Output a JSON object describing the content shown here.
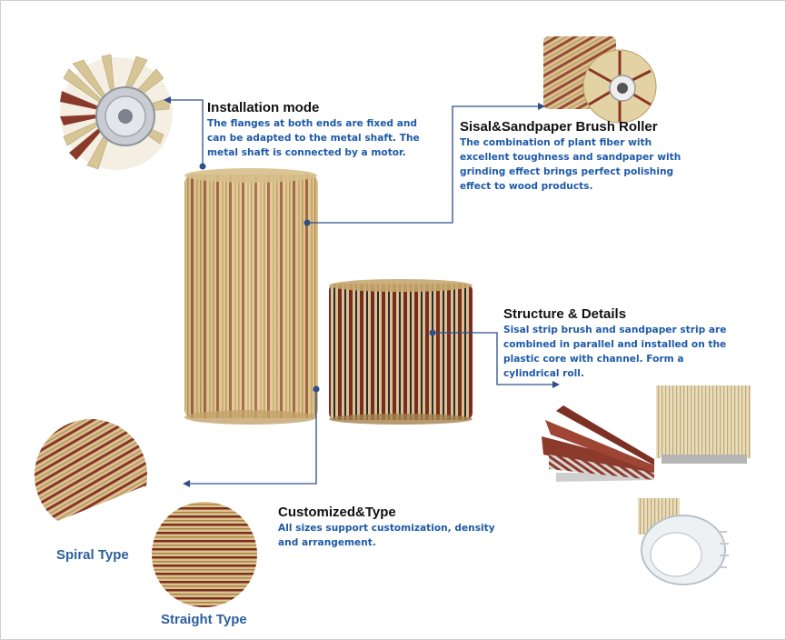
{
  "sections": {
    "installation": {
      "title": "Installation mode",
      "description": "The flanges at both ends are fixed and can be adapted to the metal shaft. The metal shaft is connected by a motor."
    },
    "sisal_roller": {
      "title": "Sisal&Sandpaper Brush Roller",
      "description": "The combination of plant fiber with excellent toughness and sandpaper with grinding effect brings perfect polishing effect to wood products."
    },
    "structure": {
      "title": "Structure & Details",
      "description": "Sisal strip brush and sandpaper strip are combined in parallel and installed on the plastic core with channel. Form a cylindrical roll."
    },
    "customized": {
      "title": "Customized&Type",
      "description": "All sizes support customization, density and arrangement."
    }
  },
  "types": {
    "spiral": "Spiral Type",
    "straight": "Straight Type"
  },
  "colors": {
    "accent_blue": "#1e5aa8",
    "label_blue": "#2b5f9e",
    "connector": "#2e4f8a",
    "sisal": "#d9c08a",
    "sandpaper": "#7a2f22"
  }
}
